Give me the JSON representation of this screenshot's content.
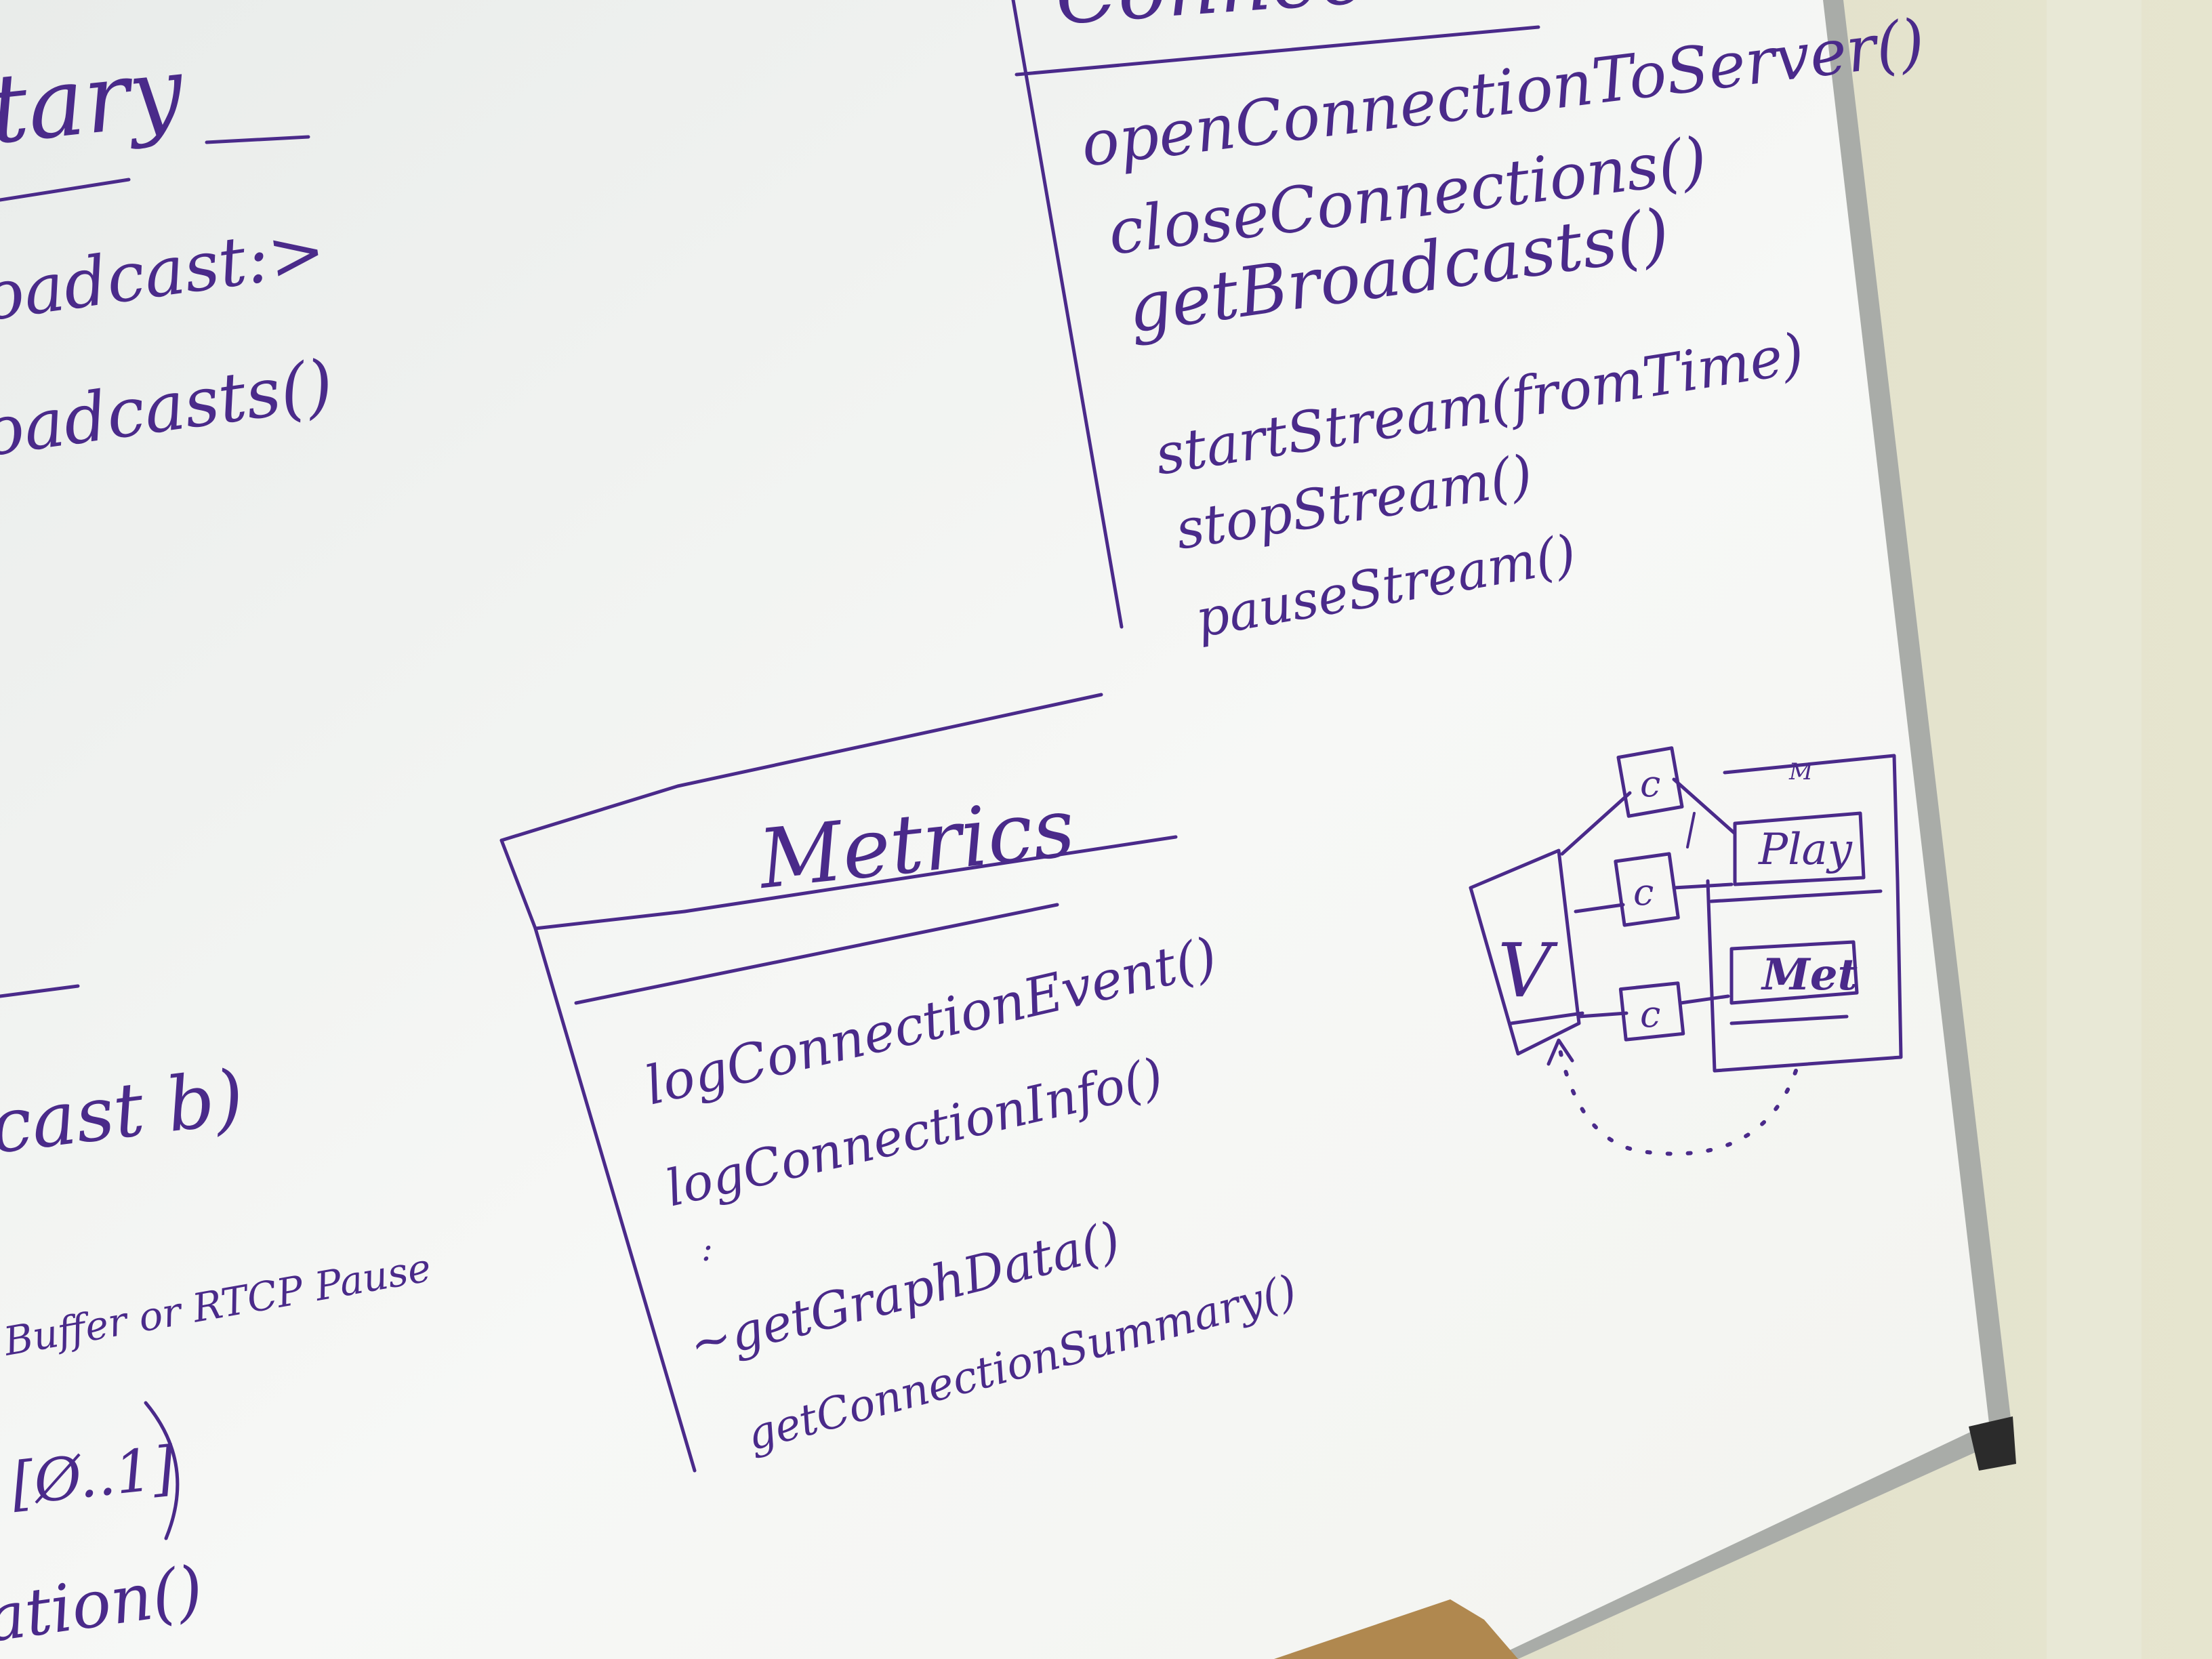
{
  "whiteboard": {
    "left_class": {
      "title_fragment": "tary",
      "methods": [
        "oadcast:>",
        "oadcasts()"
      ]
    },
    "connection_class": {
      "title_fragment": "Connec",
      "methods": [
        "openConnectionToServer()",
        "closeConnections()",
        "getBroadcasts()",
        "startStream(fromTime)",
        "stopStream()",
        "pauseStream()"
      ]
    },
    "metrics_class": {
      "title": "Metrics",
      "methods": [
        "logConnectionEvent()",
        "logConnectionInfo()",
        ":",
        "~getGraphData()",
        "getConnectionSummary()"
      ]
    },
    "left_lower_notes": [
      "cast b)",
      "Buffer or RTCP Pause",
      "[Ø..1]",
      "ation()"
    ],
    "diagram": {
      "left_box_label": "V",
      "connector_labels": [
        "c",
        "c",
        "c"
      ],
      "group_label": "M",
      "box_labels": [
        "Play",
        "Met"
      ]
    }
  },
  "colors": {
    "ink": "#4a2a8a",
    "board": "#f3f4f1",
    "frame": "#b9bcb8",
    "wall": "#d9d8c4",
    "tray": "#b0884f"
  }
}
